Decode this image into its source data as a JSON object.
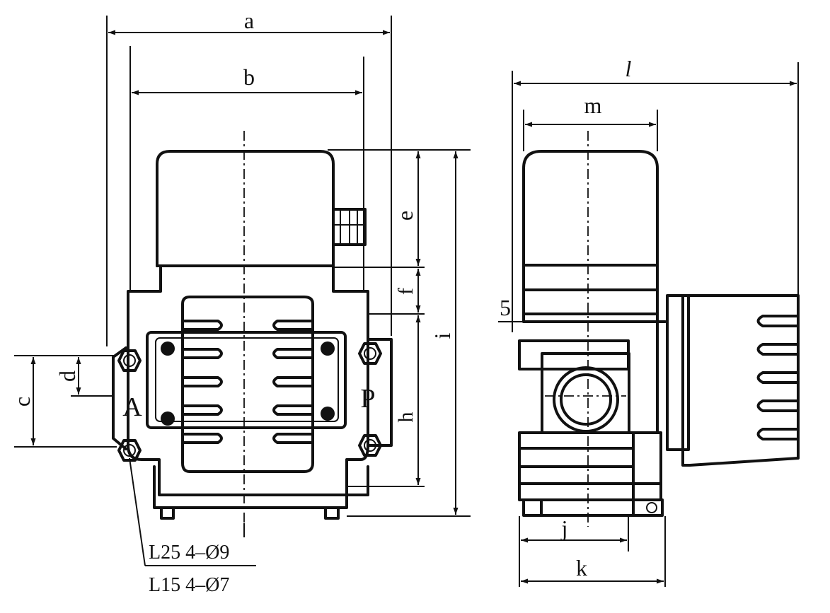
{
  "dimension_labels": {
    "a": "a",
    "b": "b",
    "c": "c",
    "d": "d",
    "e": "e",
    "f": "f",
    "h": "h",
    "i": "i",
    "j": "j",
    "k": "k",
    "l": "l",
    "m": "m",
    "s": "5"
  },
  "port_labels": {
    "a_port": "A",
    "p_port": "P"
  },
  "notes": {
    "line1": "L25  4–Ø9",
    "line2": "L15  4–Ø7"
  }
}
